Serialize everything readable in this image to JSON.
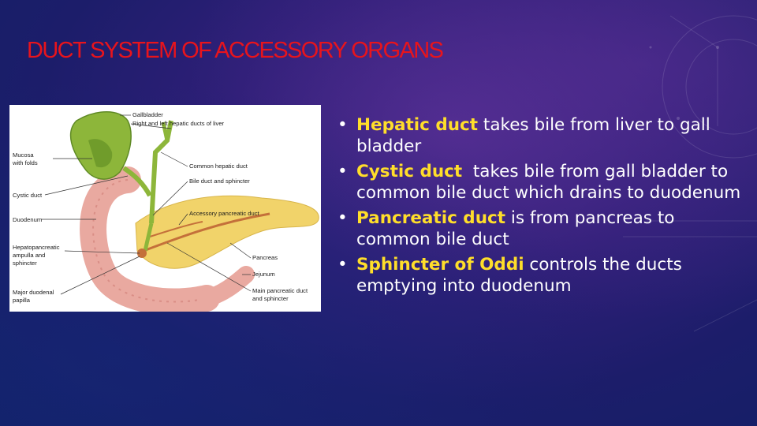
{
  "title": "DUCT SYSTEM OF ACCESSORY ORGANS",
  "colors": {
    "title": "#e8141c",
    "keyword": "#ffde2a",
    "text": "#ffffff",
    "background": "#2f1f78"
  },
  "figure": {
    "labels_left": {
      "mucosa": "Mucosa",
      "with_folds": "with folds",
      "cystic_duct": "Cystic duct",
      "duodenum": "Duodenum",
      "hepatopancreatic": "Hepatopancreatic",
      "ampulla_and": "ampulla and",
      "sphincter": "sphincter",
      "major_duodenal": "Major duodenal",
      "papilla": "papilla"
    },
    "labels_right": {
      "gallbladder": "Gallbladder",
      "hepatic_ducts": "Right and left hepatic ducts of liver",
      "common_hepatic": "Common hepatic duct",
      "bile_duct": "Bile duct and sphincter",
      "accessory_pancreatic": "Accessory pancreatic duct",
      "pancreas": "Pancreas",
      "jejunum": "Jejunum",
      "main_pancreatic": "Main pancreatic duct",
      "and_sphincter": "and sphincter"
    }
  },
  "bullets": [
    {
      "marker": "•",
      "keyword": "Hepatic duct",
      "text": " takes bile from liver to gall bladder"
    },
    {
      "marker": "•",
      "keyword": "Cystic duct",
      "text": "  takes bile from gall bladder to common bile duct which drains to duodenum"
    },
    {
      "marker": "•",
      "keyword": "Pancreatic duct",
      "text": " is from pancreas to common bile duct"
    },
    {
      "marker": "•",
      "keyword": "Sphincter of Oddi",
      "text": " controls the ducts emptying into duodenum"
    }
  ]
}
